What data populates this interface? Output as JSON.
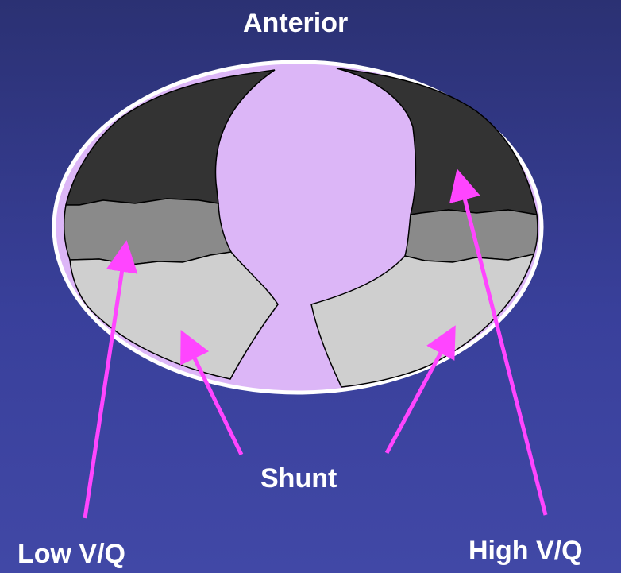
{
  "labels": {
    "anterior": "Anterior",
    "shunt": "Shunt",
    "low_vq": "Low V/Q",
    "high_vq": "High V/Q"
  },
  "colors": {
    "background_top": "#2b3173",
    "background_bottom": "#4148a6",
    "ellipse_fill": "#dcb6f7",
    "ellipse_outline": "#ffffff",
    "heart_fill": "#d8aaf9",
    "lung_high_vq": "#333333",
    "lung_low_vq": "#8a8a8a",
    "lung_shunt": "#cfcfcf",
    "arrow": "#ff45ff"
  }
}
